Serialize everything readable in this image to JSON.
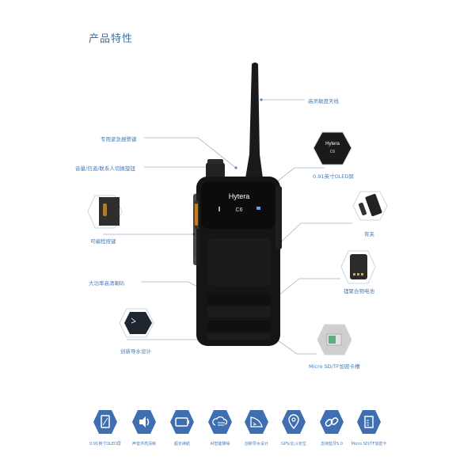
{
  "page": {
    "title": "产品特性"
  },
  "callouts": {
    "antenna": "高灵敏度天线",
    "emergency": "专用紧急报警键",
    "knob": "音量/信道/联系人切换旋钮",
    "oled": "0.91英寸OLED屏",
    "programmable": "可编程按键",
    "clip": "背夹",
    "speaker": "大功率高清喇叭",
    "battery": "锂聚合物电池",
    "drain": "创新导水设计",
    "sdcard": "Micro SD/TF加密卡槽"
  },
  "radio": {
    "brand": "Hytera",
    "channel": "C6"
  },
  "features": [
    {
      "icon": "tablet-icon",
      "label": "0.91英寸OLED屏"
    },
    {
      "icon": "speaker-icon",
      "label": "声音洪亮清晰"
    },
    {
      "icon": "battery-icon",
      "label": "超长续航"
    },
    {
      "icon": "cloud-wind-icon",
      "label": "AI智能降噪"
    },
    {
      "icon": "water-drain-icon",
      "label": "创新导水设计"
    },
    {
      "icon": "location-pin-icon",
      "label": "GPS/北斗定位"
    },
    {
      "icon": "link-icon",
      "label": "支持蓝牙5.0"
    },
    {
      "icon": "sd-card-icon",
      "label": "Micro SD/TF加密卡"
    }
  ],
  "colors": {
    "accent": "#3e6fa6",
    "icon_fill": "#3f6fb0",
    "line": "#8fa9c6",
    "radio_body": "#151515"
  }
}
